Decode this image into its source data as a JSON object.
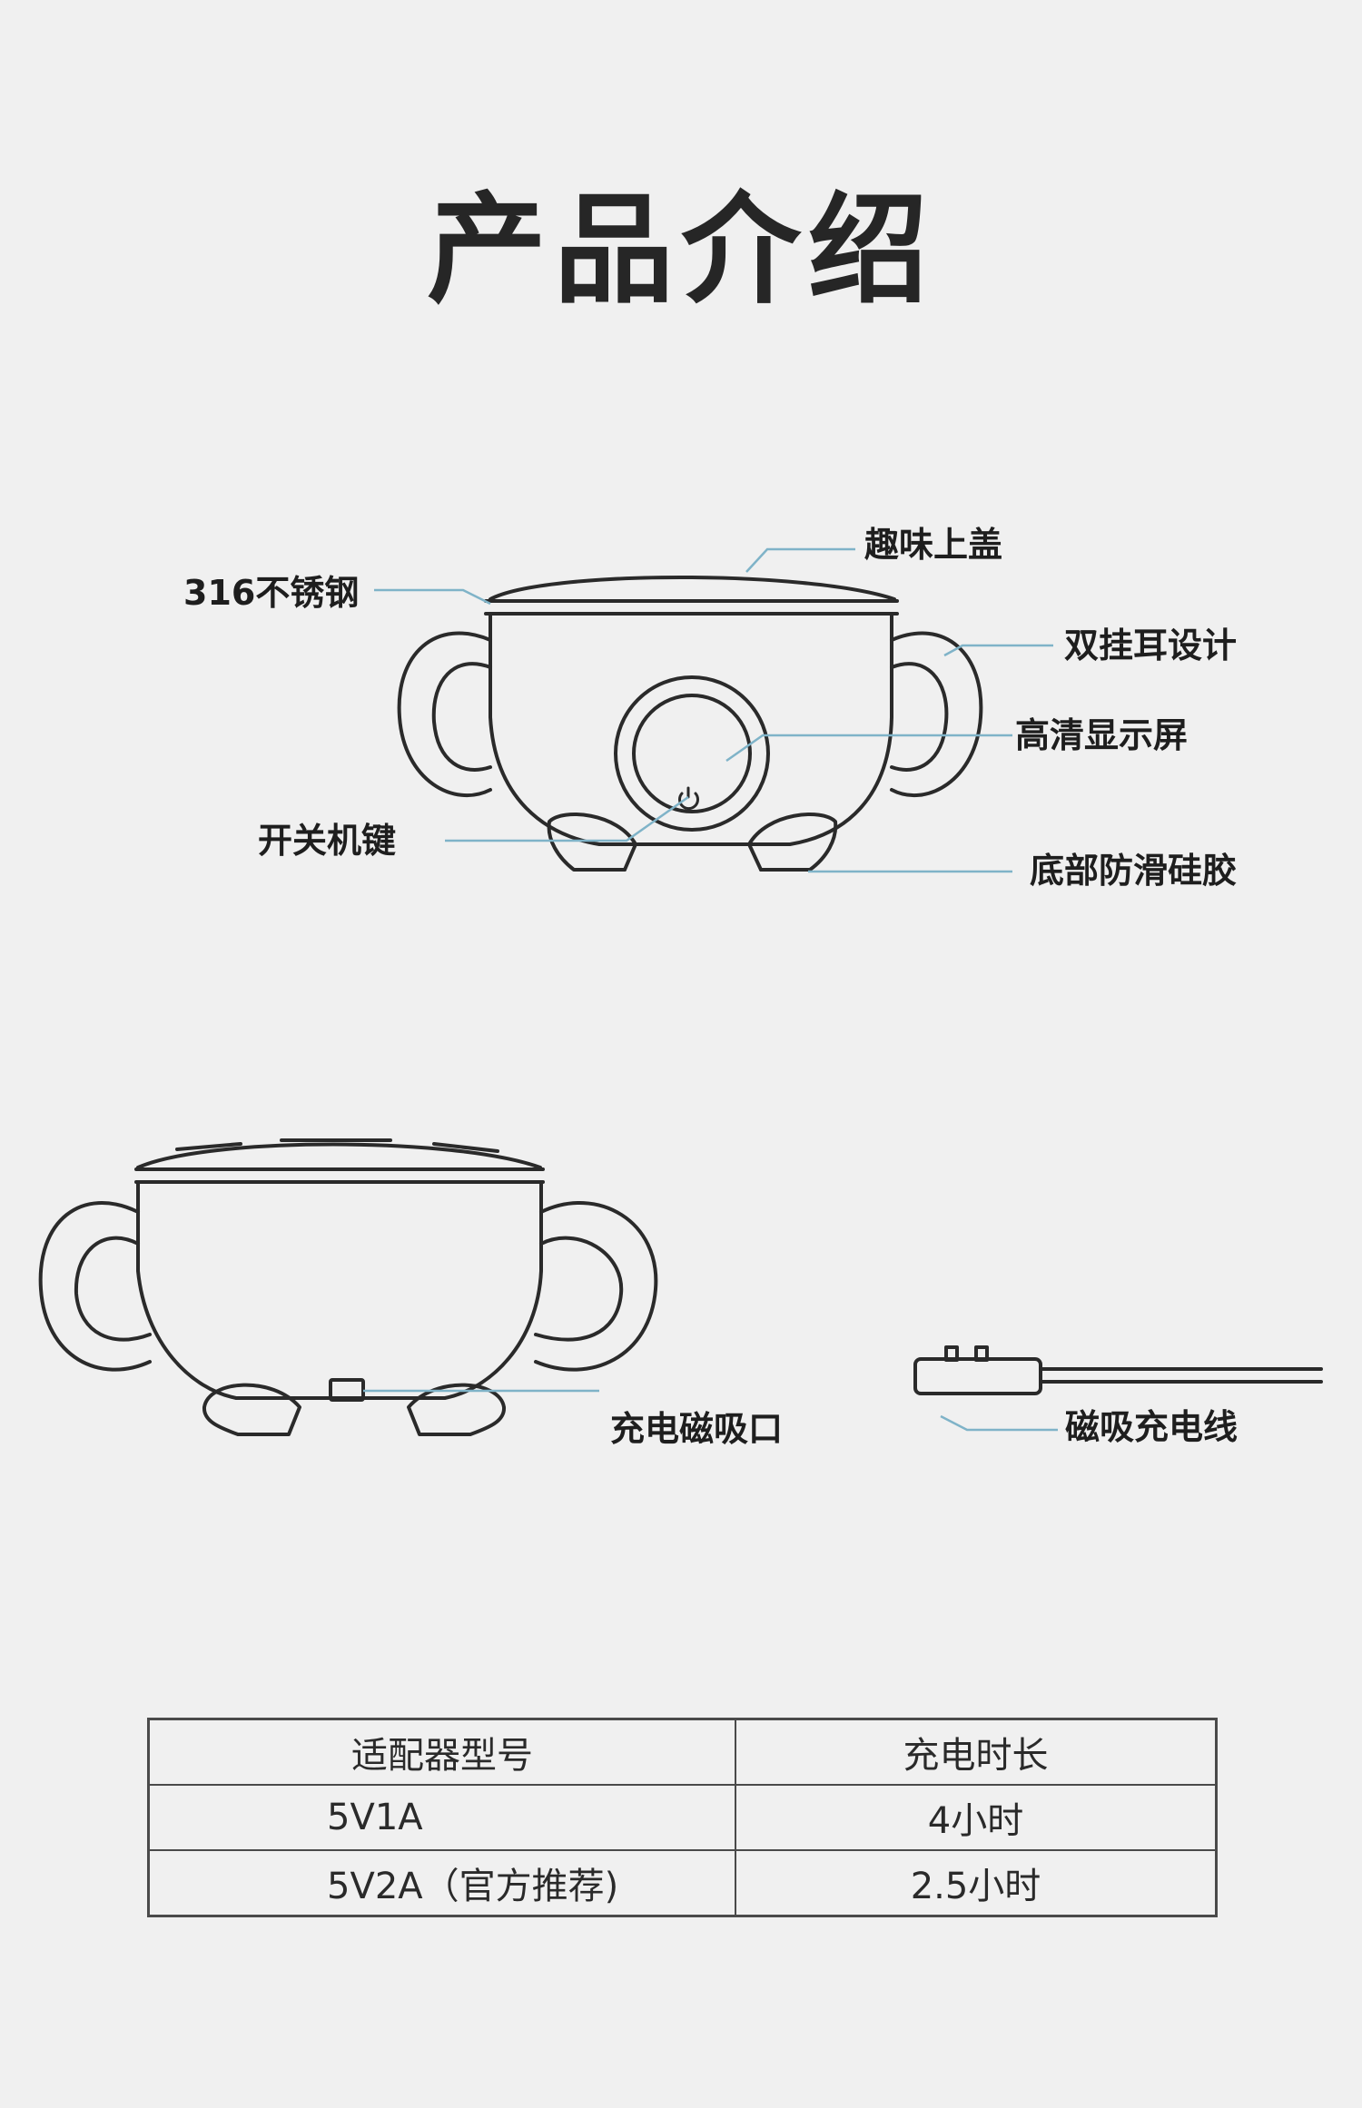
{
  "title": "产品介绍",
  "top_diagram": {
    "labels": {
      "lid": "趣味上盖",
      "steel": "316不锈钢",
      "handles": "双挂耳设计",
      "display": "高清显示屏",
      "power": "开关机键",
      "base": "底部防滑硅胶"
    }
  },
  "bottom_diagram": {
    "labels": {
      "port": "充电磁吸口",
      "cable": "磁吸充电线"
    }
  },
  "spec_table": {
    "headers": [
      "适配器型号",
      "充电时长"
    ],
    "rows": [
      [
        "5V1A",
        "4小时"
      ],
      [
        "5V2A（官方推荐)",
        "2.5小时"
      ]
    ]
  },
  "colors": {
    "background": "#f0f0f0",
    "outline": "#2a2a2a",
    "leader_line": "#7fb3c8"
  }
}
